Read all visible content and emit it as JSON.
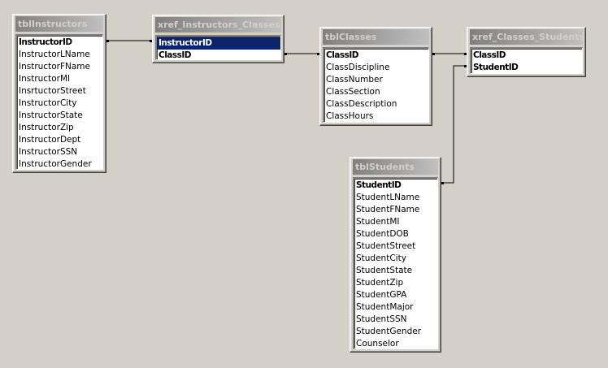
{
  "tables": [
    {
      "id": "tblInstructors",
      "title": "tblInstructors",
      "fields": [
        {
          "name": "InstructorID",
          "pk": true
        },
        {
          "name": "InstructorLName"
        },
        {
          "name": "InstructorFName"
        },
        {
          "name": "InstructorMI"
        },
        {
          "name": "InsrtuctorStreet"
        },
        {
          "name": "InstructorCity"
        },
        {
          "name": "InstructorState"
        },
        {
          "name": "InstructorZip"
        },
        {
          "name": "InstructorDept"
        },
        {
          "name": "InstructorSSN"
        },
        {
          "name": "InstructorGender"
        }
      ]
    },
    {
      "id": "xref_Instructors_Classes",
      "title": "xref_Instructors_Classes",
      "fields": [
        {
          "name": "InstructorID",
          "pk": true,
          "selected": true
        },
        {
          "name": "ClassID",
          "pk": true
        }
      ]
    },
    {
      "id": "tblClasses",
      "title": "tblClasses",
      "fields": [
        {
          "name": "ClassID",
          "pk": true
        },
        {
          "name": "ClassDiscipline"
        },
        {
          "name": "ClassNumber"
        },
        {
          "name": "ClassSection"
        },
        {
          "name": "ClassDescription"
        },
        {
          "name": "ClassHours"
        }
      ]
    },
    {
      "id": "xref_Classes_Students",
      "title": "xref_Classes_Students",
      "fields": [
        {
          "name": "ClassID",
          "pk": true
        },
        {
          "name": "StudentID",
          "pk": true
        }
      ]
    },
    {
      "id": "tblStudents",
      "title": "tblStudents",
      "fields": [
        {
          "name": "StudentID",
          "pk": true
        },
        {
          "name": "StudentLName"
        },
        {
          "name": "StudentFName"
        },
        {
          "name": "StudentMI"
        },
        {
          "name": "StudentDOB"
        },
        {
          "name": "StudentStreet"
        },
        {
          "name": "StudentCity"
        },
        {
          "name": "StudentState"
        },
        {
          "name": "StudentZip"
        },
        {
          "name": "StudentGPA"
        },
        {
          "name": "StudentMajor"
        },
        {
          "name": "StudentSSN"
        },
        {
          "name": "StudentGender"
        },
        {
          "name": "Counselor"
        }
      ]
    }
  ],
  "relationships": [
    {
      "from": "tblInstructors.InstructorID",
      "to": "xref_Instructors_Classes.InstructorID"
    },
    {
      "from": "xref_Instructors_Classes.ClassID",
      "to": "tblClasses.ClassID"
    },
    {
      "from": "tblClasses.ClassID",
      "to": "xref_Classes_Students.ClassID"
    },
    {
      "from": "tblStudents.StudentID",
      "to": "xref_Classes_Students.StudentID"
    }
  ]
}
